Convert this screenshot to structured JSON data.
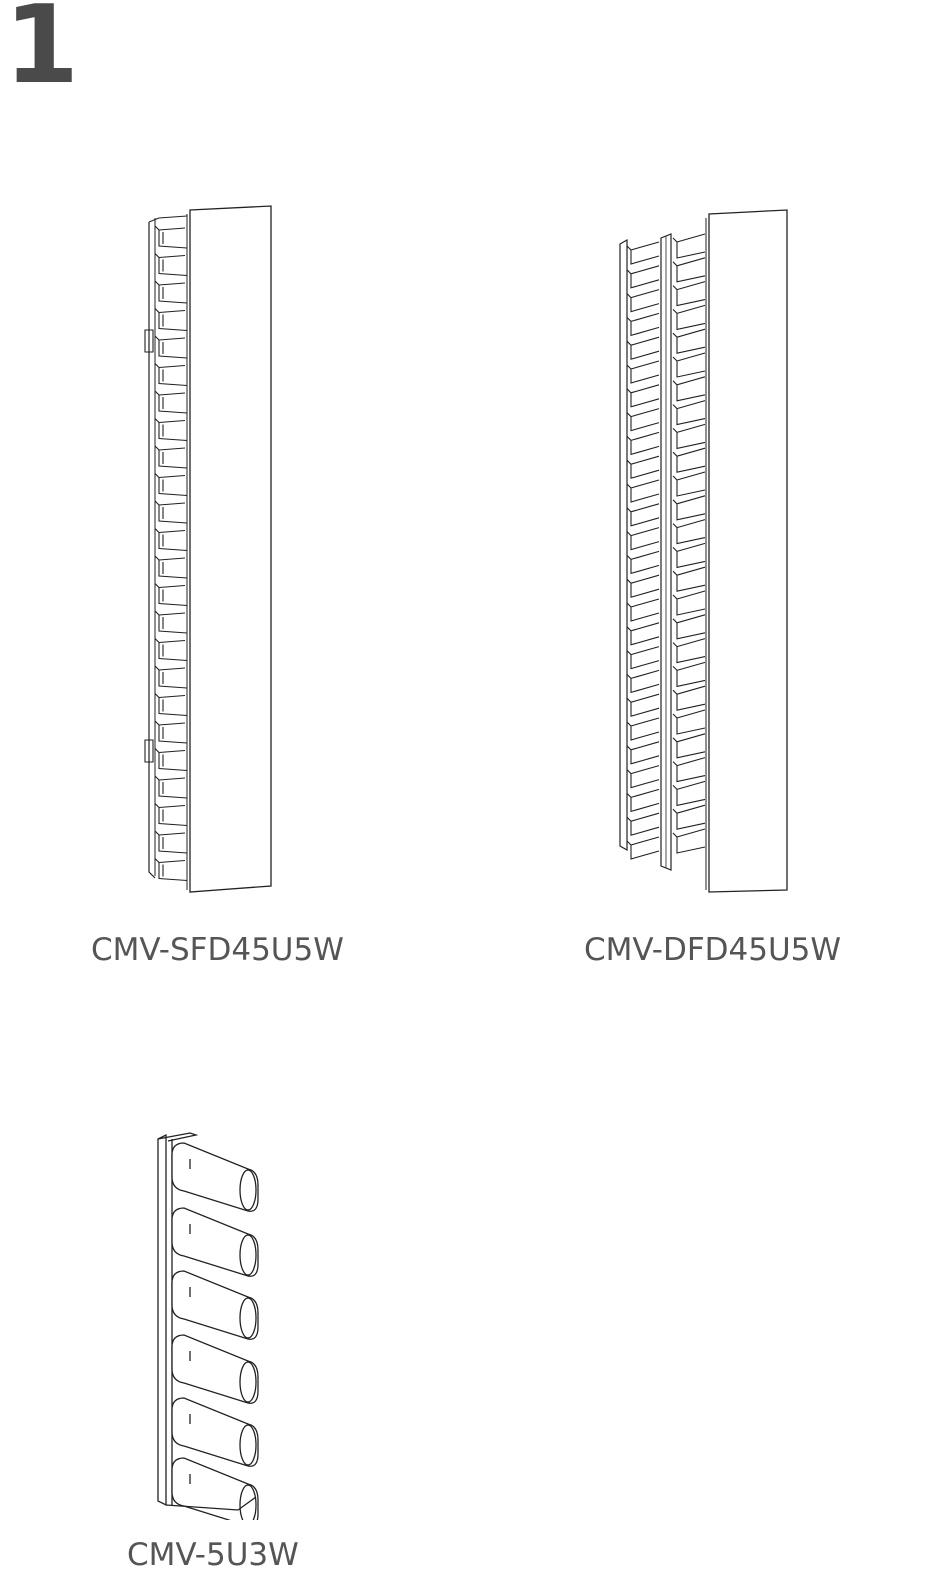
{
  "step": {
    "number": "1"
  },
  "products": [
    {
      "id": "single",
      "model": "CMV-SFD45U5W"
    },
    {
      "id": "double",
      "model": "CMV-DFD45U5W"
    },
    {
      "id": "small",
      "model": "CMV-5U3W"
    }
  ]
}
